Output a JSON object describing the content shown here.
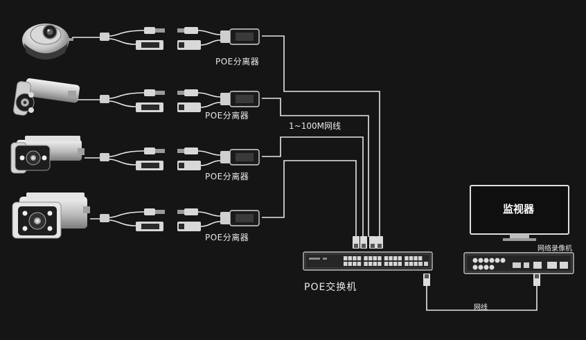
{
  "labels": {
    "splitter_1": "POE分离器",
    "splitter_2": "POE分离器",
    "splitter_3": "POE分离器",
    "splitter_4": "POE分离器",
    "cable": "1~100M网线",
    "switch": "POE交换机",
    "nvr": "网络录像机",
    "monitor": "监视器",
    "network_cable": "网线"
  },
  "colors": {
    "background": "#151515",
    "line": "#e8e8e8",
    "device_dark": "#1c1c1c",
    "device_light": "#d8d8d8"
  }
}
